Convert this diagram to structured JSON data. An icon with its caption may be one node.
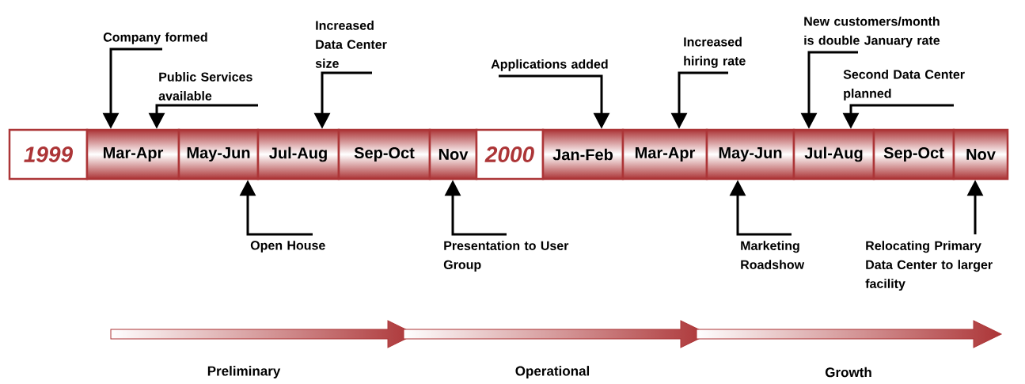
{
  "diagram": {
    "nodes": [
      {
        "text": [
          "1999"
        ]
      },
      {
        "text": [
          "Mar-Apr"
        ]
      },
      {
        "text": [
          "May-Jun"
        ]
      },
      {
        "text": [
          "Jul-Aug"
        ]
      },
      {
        "text": [
          "Sep-Oct"
        ]
      },
      {
        "text": [
          "Nov"
        ]
      },
      {
        "text": [
          "2000"
        ]
      },
      {
        "text": [
          "Jan-Feb"
        ]
      },
      {
        "text": [
          "Mar-Apr"
        ]
      },
      {
        "text": [
          "May-Jun"
        ]
      },
      {
        "text": [
          "Jul-Aug"
        ]
      },
      {
        "text": [
          "Sep-Oct"
        ]
      },
      {
        "text": [
          "Nov"
        ]
      },
      {
        "text": [
          "Company formed"
        ]
      },
      {
        "text": [
          "Public Services available"
        ]
      },
      {
        "text": [
          "Increased Data Center size"
        ]
      },
      {
        "text": [
          "Applications added"
        ]
      },
      {
        "text": [
          "Increased hiring rate"
        ]
      },
      {
        "text": [
          "New customers/month is double January rate"
        ]
      },
      {
        "text": [
          "Second Data Center planned"
        ]
      },
      {
        "text": [
          "Open House"
        ]
      },
      {
        "text": [
          "Presentation to User Group"
        ]
      },
      {
        "text": [
          "Marketing Roadshow"
        ]
      },
      {
        "text": [
          "Relocating Primary Data Center to larger facility"
        ]
      }
    ],
    "edges": [
      {
        "from": 13,
        "to": 1,
        "arrow": "to"
      },
      {
        "from": 14,
        "to": 1,
        "arrow": "to"
      },
      {
        "from": 15,
        "to": 3,
        "arrow": "to"
      },
      {
        "from": 16,
        "to": 7,
        "arrow": "to"
      },
      {
        "from": 17,
        "to": 8,
        "arrow": "to"
      },
      {
        "from": 18,
        "to": 10,
        "arrow": "to"
      },
      {
        "from": 19,
        "to": 10,
        "arrow": "to"
      },
      {
        "from": 20,
        "to": 2,
        "arrow": "to"
      },
      {
        "from": 21,
        "to": 5,
        "arrow": "to"
      },
      {
        "from": 22,
        "to": 9,
        "arrow": "to"
      },
      {
        "from": 23,
        "to": 12,
        "arrow": "to"
      }
    ],
    "labels": [
      "Preliminary",
      "Operational",
      "Growth"
    ]
  }
}
